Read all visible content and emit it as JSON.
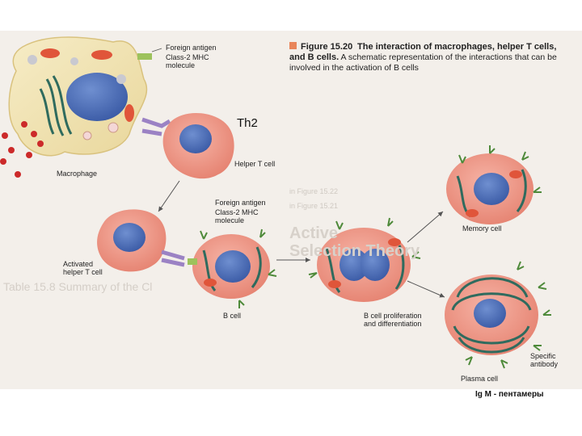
{
  "caption": {
    "figure_number": "Figure 15.20",
    "title": "The interaction of macrophages, helper T cells, and B cells.",
    "text": "A schematic representation of the interactions that can be involved in the activation of B cells"
  },
  "labels": {
    "foreign_antigen_1": "Foreign antigen",
    "class2_mhc_1": "Class-2 MHC\nmolecule",
    "macrophage": "Macrophage",
    "helper_t_cell": "Helper T cell",
    "foreign_antigen_2": "Foreign antigen",
    "class2_mhc_2": "Class-2 MHC\nmolecule",
    "activated_helper": "Activated\nhelper T cell",
    "b_cell": "B cell",
    "proliferation": "B cell proliferation\nand differentiation",
    "memory_cell": "Memory cell",
    "plasma_cell": "Plasma cell",
    "specific_antibody": "Specific\nantibody"
  },
  "annotations": {
    "th2": "Th2",
    "igm": "Ig M - пентамеры"
  },
  "background": {
    "heading_1": "Active",
    "heading_2": "Selection Theory",
    "table_heading": "Table 15.8  Summary of the Cl",
    "fig_ref_1": "in Figure 15.22",
    "fig_ref_2": "in Figure 15.21"
  },
  "colors": {
    "macrophage": "#f2e4b2",
    "nucleus": "#4a6fb8",
    "cell_pink": "#f09a8a",
    "er_green": "#2f6b5e",
    "mito": "#e0553a",
    "antibody": "#4e8a3a",
    "caption_accent": "#e9855a"
  }
}
